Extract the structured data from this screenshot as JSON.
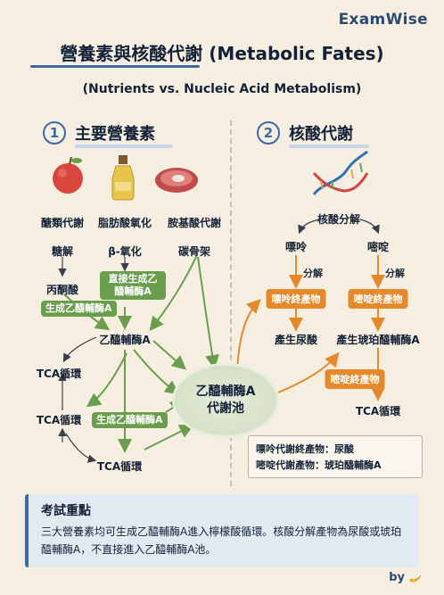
{
  "brand": "ExamWise",
  "title": "營養素與核酸代謝 (Metabolic Fates)",
  "subtitle": "(Nutrients vs. Nucleic Acid Metabolism)",
  "sections": [
    {
      "num": "1",
      "title": "主要營養素"
    },
    {
      "num": "2",
      "title": "核酸代謝"
    }
  ],
  "left": {
    "categories": [
      "醣類代謝",
      "脂肪酸氧化",
      "胺基酸代謝"
    ],
    "processes": [
      "糖解",
      "β-氧化",
      "碳骨架"
    ],
    "pyruvate": "丙酮酸",
    "direct_tag": "直接生成乙醯輔酶A",
    "gen_tag_1": "生成乙醯輔酶A",
    "acetyl": "乙醯輔酶A",
    "tca_1": "TCA循環",
    "tca_2": "TCA循環",
    "gen_tag_2": "生成乙醯輔酶A",
    "tca_3": "TCA循環"
  },
  "pool": {
    "line1": "乙醯輔酶A",
    "line2": "代謝池"
  },
  "right": {
    "split": "核酸分解",
    "purine": "嘌呤",
    "pyrimidine": "嘧啶",
    "decomp_1": "分解",
    "decomp_2": "分解",
    "purine_end_tag": "嘌呤終產物",
    "pyrimidine_end_tag": "嘧啶終產物",
    "uric": "產生尿酸",
    "succinyl": "產生琥珀醯輔酶A",
    "pyrimidine_end_tag_2": "嘧啶終產物",
    "tca": "TCA循環"
  },
  "legend": {
    "line1": "嘌呤代謝終產物：尿酸",
    "line2": "嘧啶代謝產物：琥珀醯輔酶A"
  },
  "exam": {
    "title": "考試重點",
    "body": "三大營養素均可生成乙醯輔酶A進入檸檬酸循環。核酸分解產物為尿酸或琥珀醯輔酶A，不直接進入乙醯輔酶A池。"
  },
  "by": "by"
}
